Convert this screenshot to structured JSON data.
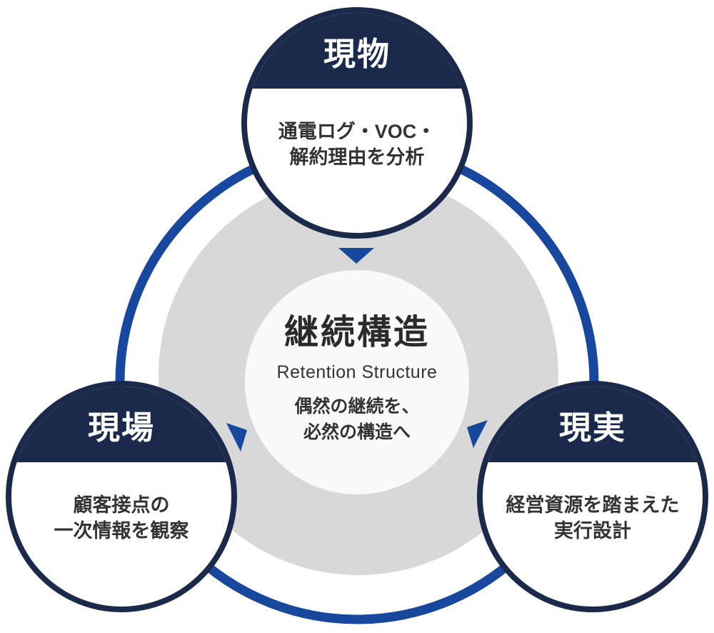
{
  "diagram": {
    "center": {
      "title": "継続構造",
      "subtitle": "Retention Structure",
      "tagline": [
        "偶然の継続を、",
        "必然の構造へ"
      ]
    },
    "nodes": [
      {
        "key": "genbutsu",
        "title": "現物",
        "body": [
          "通電ログ・VOC・",
          "解約理由を分析"
        ]
      },
      {
        "key": "genba",
        "title": "現場",
        "body": [
          "顧客接点の",
          "一次情報を観察"
        ]
      },
      {
        "key": "genjitsu",
        "title": "現実",
        "body": [
          "経営資源を踏まえた",
          "実行設計"
        ]
      }
    ],
    "colors": {
      "navy": "#1b2a4a",
      "blue": "#17489e",
      "gray_circle": "#d8d8d8",
      "center_circle": "#f9f9f9",
      "body_text": "#333333"
    }
  }
}
